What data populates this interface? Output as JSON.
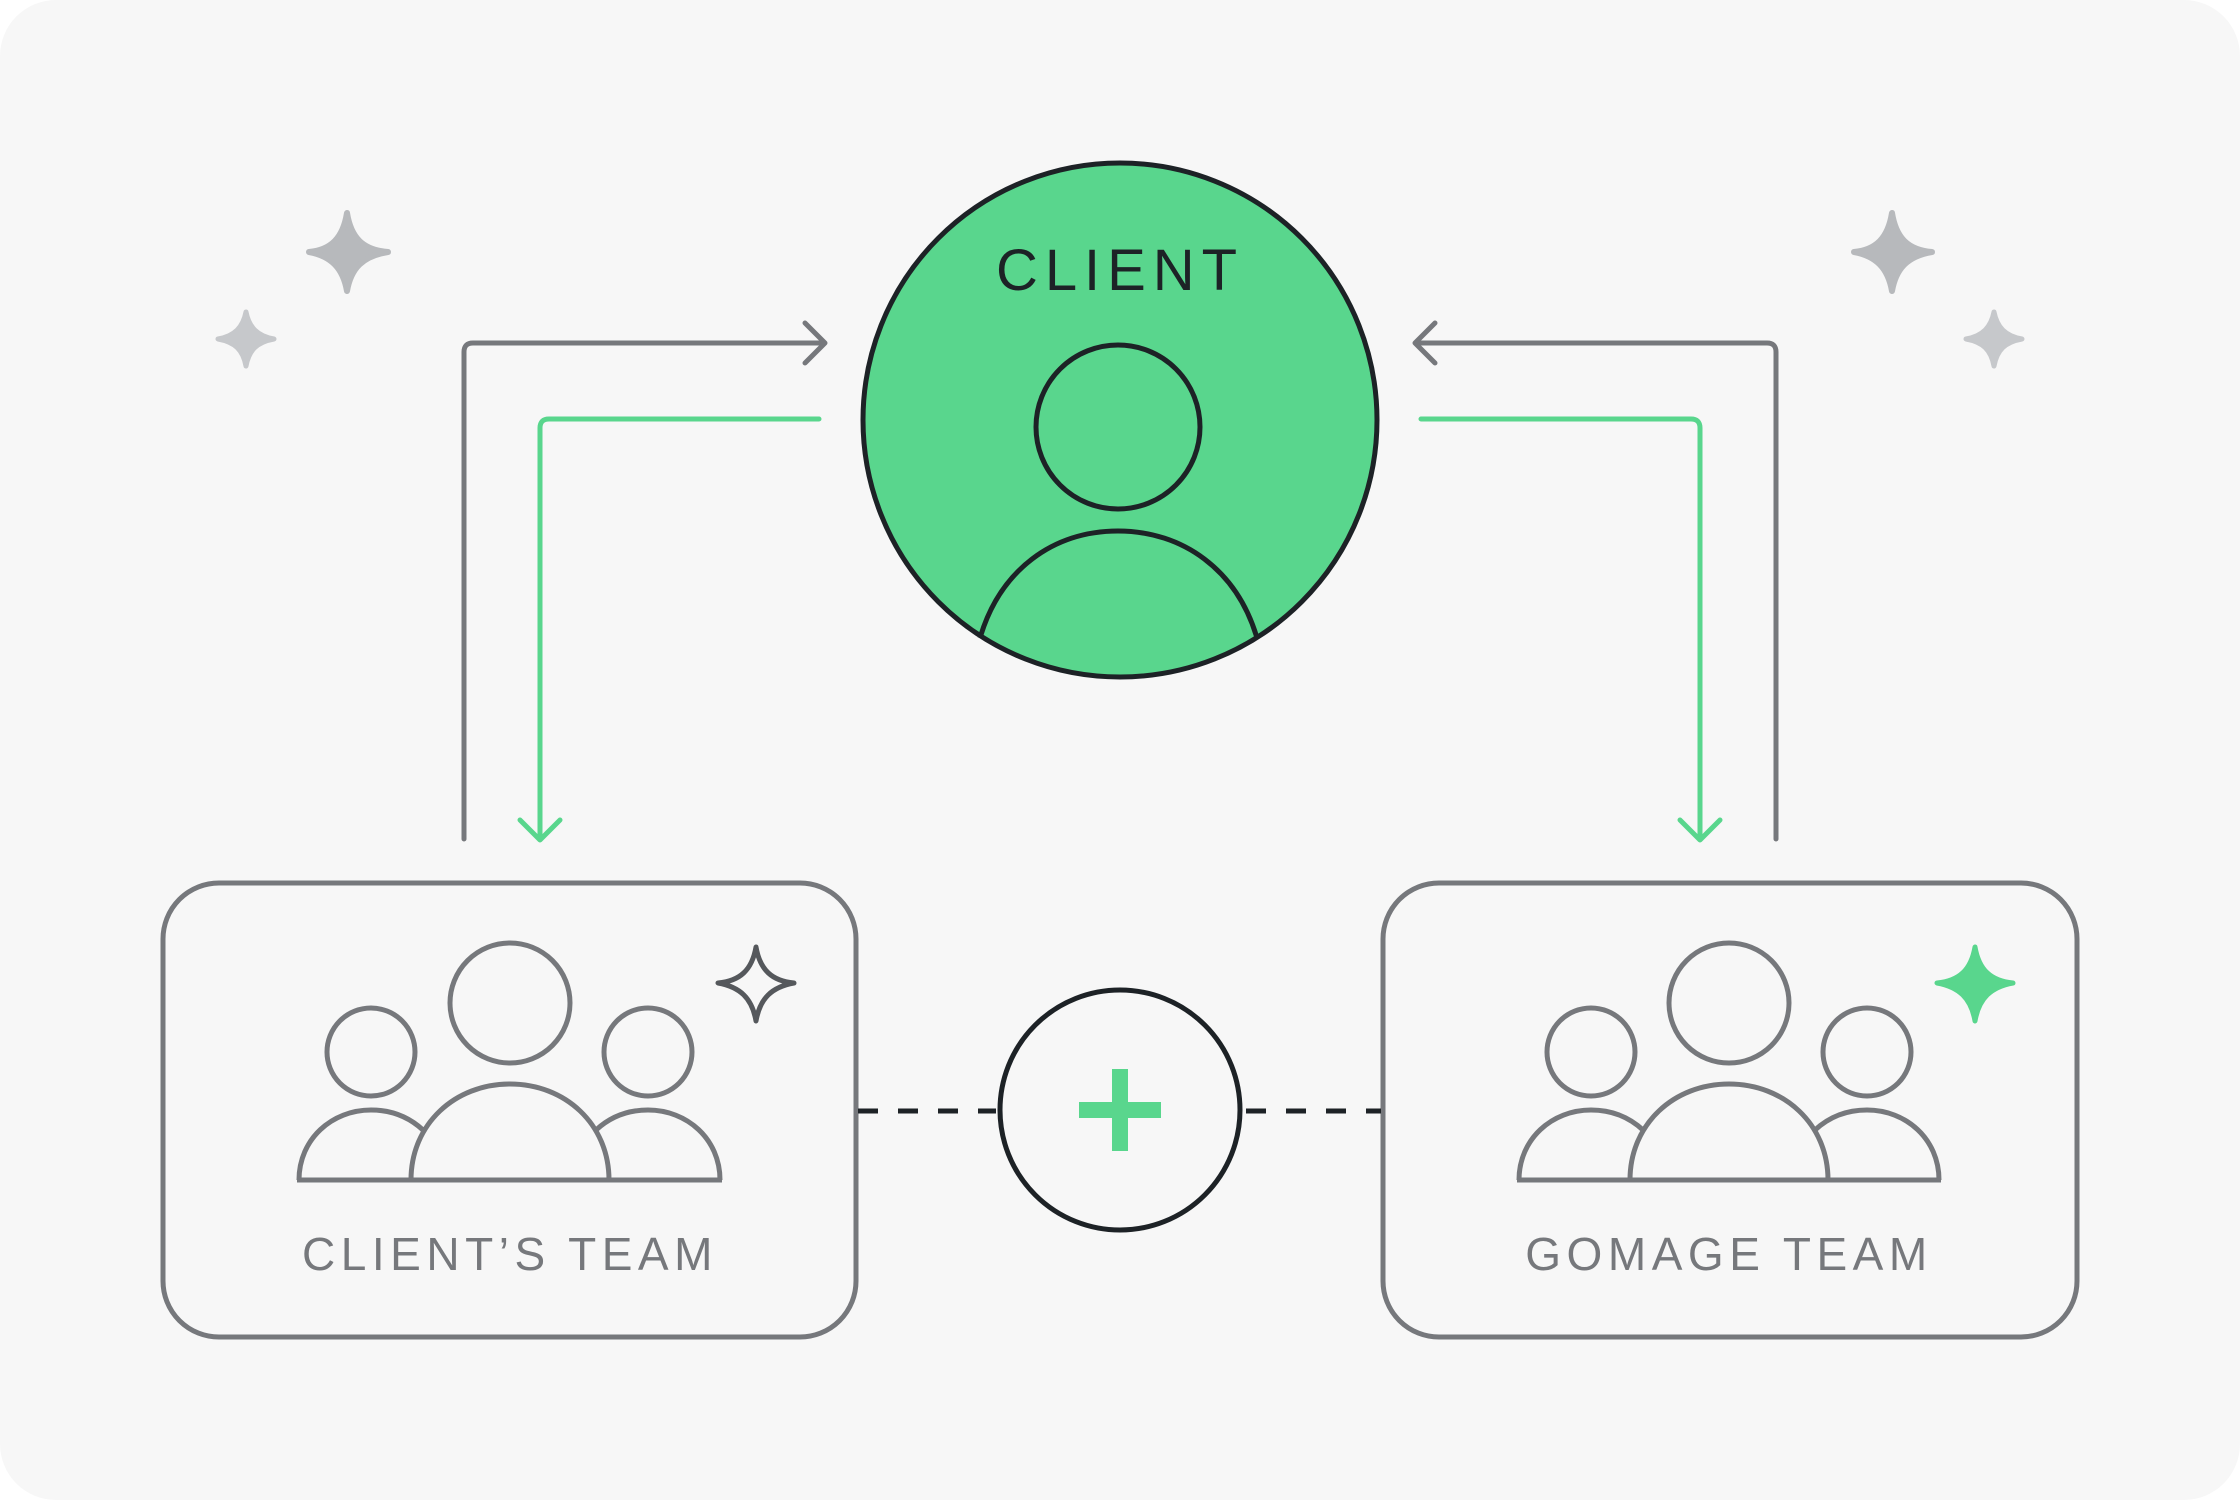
{
  "client": {
    "label": "CLIENT"
  },
  "left_team": {
    "label": "CLIENT’S TEAM"
  },
  "right_team": {
    "label": "GOMAGE TEAM"
  },
  "connector": {
    "symbol": "plus-icon"
  },
  "colors": {
    "background": "#f7f7f7",
    "green": "#59d68d",
    "gray": "#76787c",
    "dark": "#1d2226",
    "sparkle_gray": "#b7b9bc"
  },
  "icons": [
    "sparkle-icon",
    "person-icon",
    "group-icon",
    "arrow-icon",
    "plus-icon"
  ]
}
